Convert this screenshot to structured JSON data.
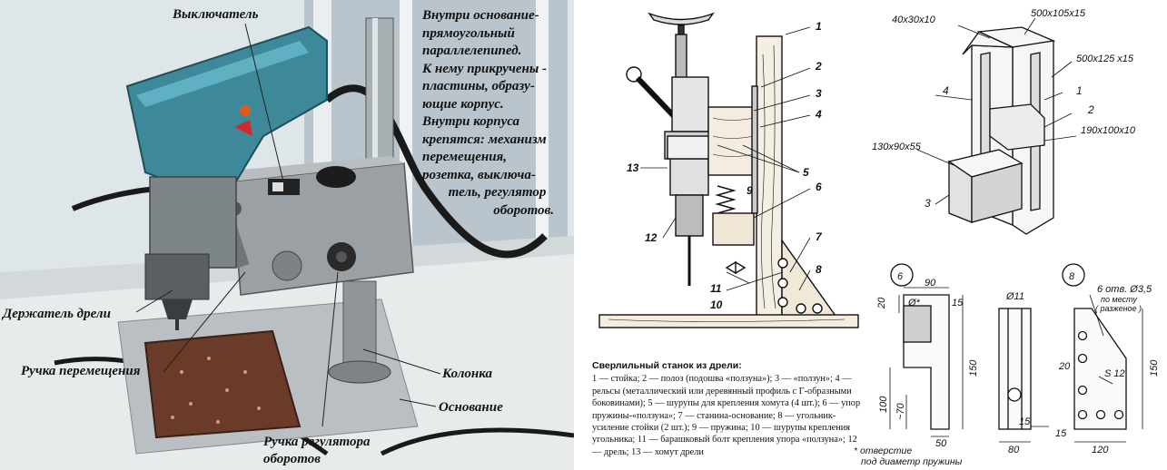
{
  "photo": {
    "labels": {
      "switch": "Выключатель",
      "drill_holder": "Держатель дрели",
      "move_handle": "Ручка перемещения",
      "column": "Колонка",
      "base": "Основание",
      "speed_handle_line1": "Ручка регулятора",
      "speed_handle_line2": "оборотов"
    },
    "description_lines": [
      "Внутри основание-",
      "прямоугольный",
      "параллелепипед.",
      "К нему прикручены -",
      "пластины, образу-",
      "ющие корпус.",
      "Внутри корпуса",
      "крепятся: механизм",
      "перемещения,",
      "розетка, выключа-",
      "тель, регулятор",
      "оборотов."
    ]
  },
  "press_drawing": {
    "callouts": [
      "1",
      "2",
      "3",
      "4",
      "5",
      "6",
      "7",
      "8",
      "9",
      "10",
      "11",
      "12",
      "13"
    ],
    "caption_title": "Сверлильный станок из дрели:",
    "caption_text": "1 — стойка; 2 — полоз (подошва «ползуна»); 3 — «ползун»; 4 — рельсы (металлический или деревянный профиль с Г-образными боковинами); 5 — шурупы для крепления хомута (4 шт.); 6 — упор пружины-«ползуна»; 7 — станина-основание; 8 — угольник-усиление стойки (2 шт.); 9 — пружина; 10 — шурупы крепления угольника; 11 — барашковый болт крепления упора «ползуна»; 12 — дрель; 13 — хомут дрели"
  },
  "iso_drawing": {
    "dims": [
      "40х30х10",
      "500х105х15",
      "500х125 х15",
      "190х100х10",
      "130х90х55"
    ],
    "callouts": [
      "4",
      "1",
      "2",
      "3"
    ]
  },
  "part_views": {
    "part6": {
      "id": "6",
      "dims": [
        "90",
        "20",
        "15",
        "Ø*",
        "100",
        "~70",
        "150",
        "50"
      ]
    },
    "middle": {
      "dims": [
        "Ø11",
        "15",
        "80"
      ]
    },
    "part8": {
      "id": "8",
      "note_line1": "6 отв. Ø3,5",
      "note_line2": "по месту",
      "note_line3": "( разженое )",
      "dims": [
        "20",
        "S 12",
        "150",
        "15",
        "120"
      ]
    },
    "footnote_line1": "* отверстие",
    "footnote_line2": "под диаметр пружины"
  }
}
